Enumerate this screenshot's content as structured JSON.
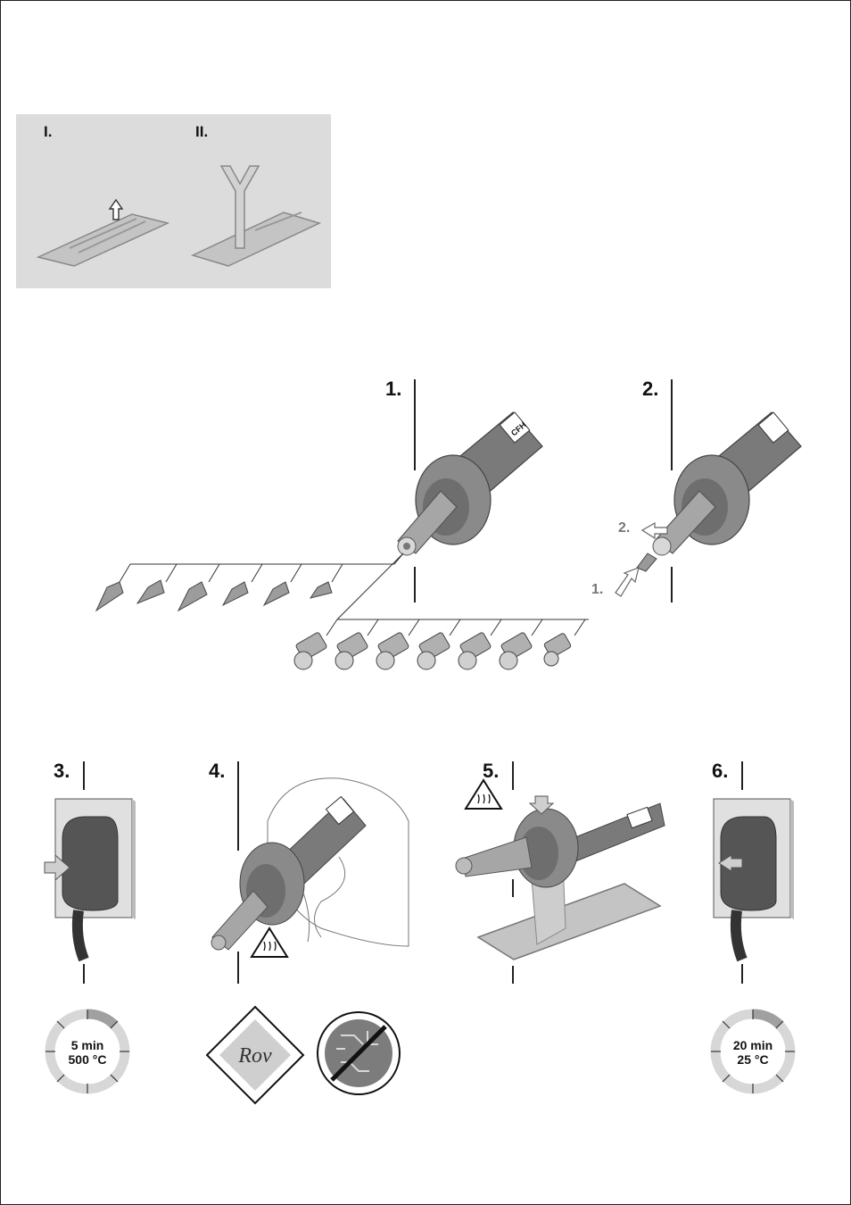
{
  "stand": {
    "label_1": "I.",
    "label_2": "II."
  },
  "steps": {
    "s1": "1.",
    "s2": "2.",
    "s2_sub_1": "1.",
    "s2_sub_2": "2.",
    "s3": "3.",
    "s4": "4.",
    "s5": "5.",
    "s6": "6."
  },
  "brand": "CFH",
  "dials": {
    "heat": {
      "time": "5 min",
      "temp": "500 °C"
    },
    "cool": {
      "time": "20 min",
      "temp": "25 °C"
    }
  },
  "material_logo": "Rov",
  "colors": {
    "tool_dark": "#6e6e6e",
    "tool_mid": "#9a9a9a",
    "panel": "#dcdcdc",
    "ink": "#111111"
  }
}
